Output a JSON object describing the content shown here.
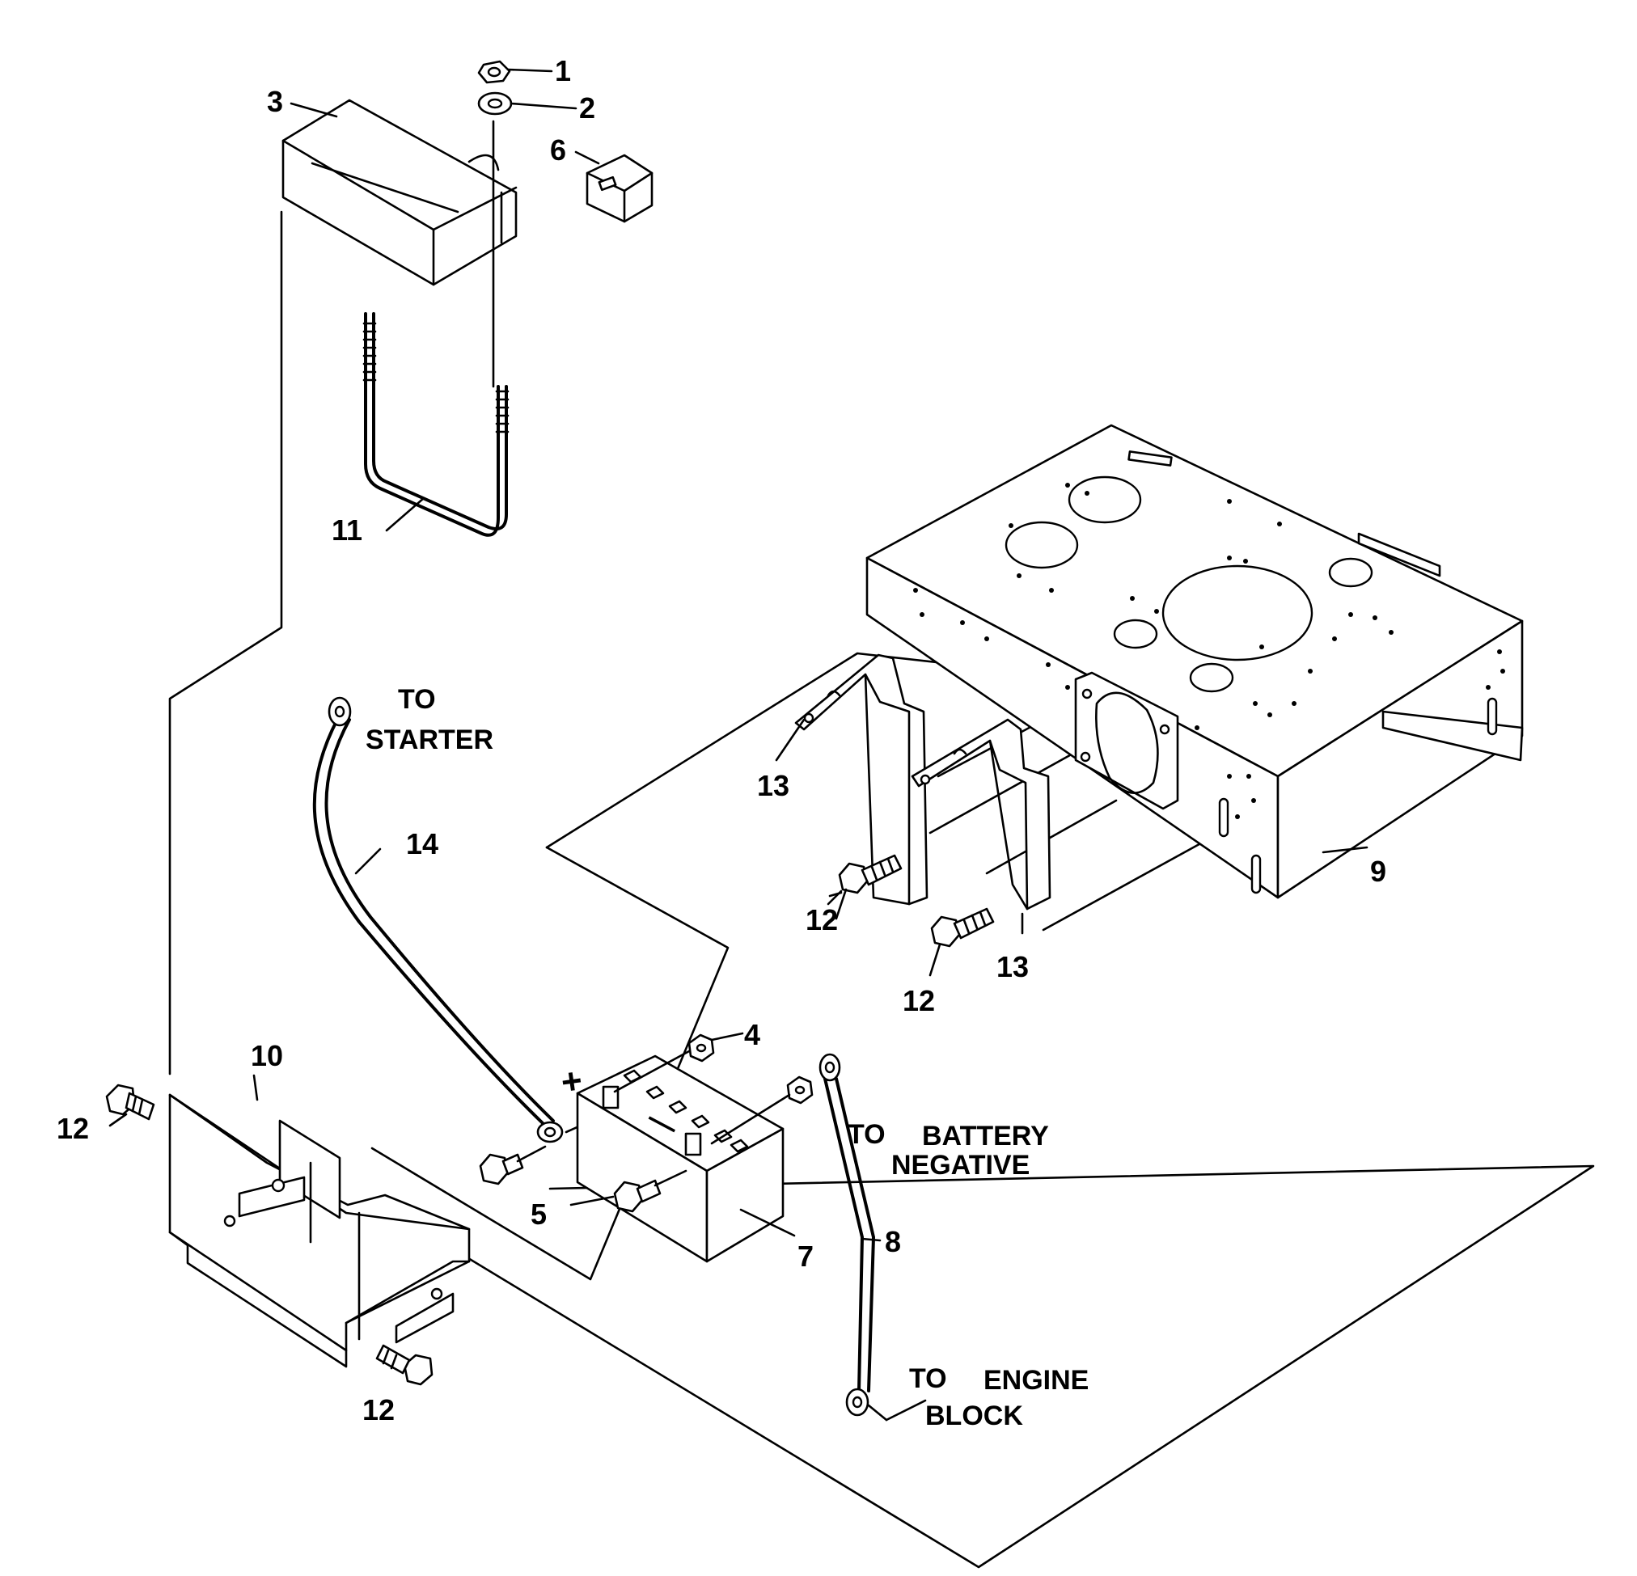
{
  "callouts": {
    "c1": "1",
    "c2": "2",
    "c3": "3",
    "c4": "4",
    "c5": "5",
    "c6": "6",
    "c7": "7",
    "c8": "8",
    "c9": "9",
    "c10": "10",
    "c11": "11",
    "c12a": "12",
    "c12b": "12",
    "c12c": "12",
    "c12d": "12",
    "c13a": "13",
    "c13b": "13",
    "c14": "14"
  },
  "notes": {
    "starter_to": "TO",
    "starter_text": "STARTER",
    "battery_to": "TO",
    "battery_text1": "BATTERY",
    "battery_text2": "NEGATIVE",
    "engine_to": "TO",
    "engine_text1": "ENGINE",
    "engine_text2": "BLOCK"
  },
  "battery_marks": {
    "positive": "+",
    "negative": "—"
  }
}
